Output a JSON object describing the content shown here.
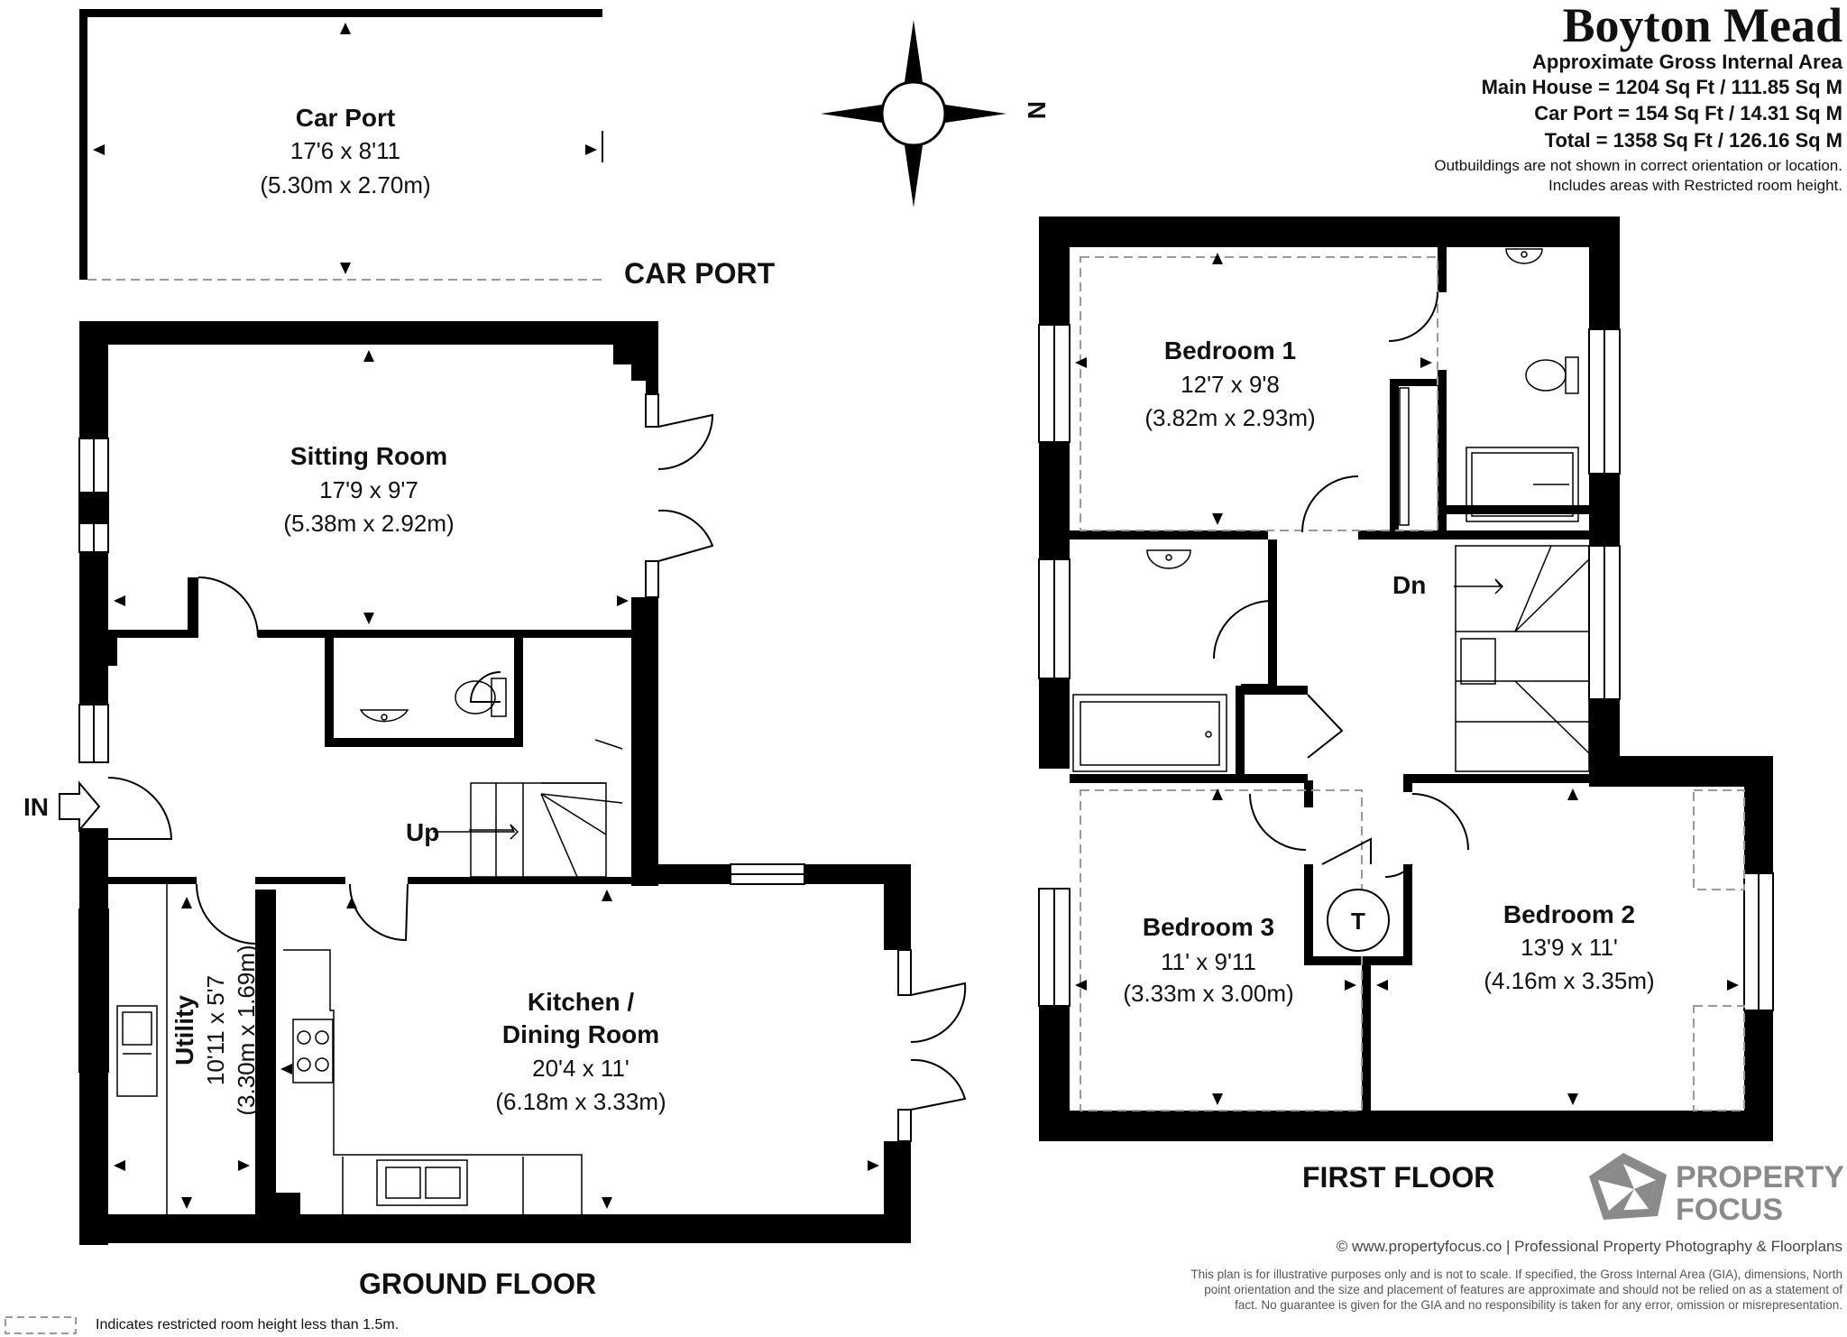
{
  "title": "Boyton Mead",
  "area": {
    "heading": "Approximate Gross Internal Area",
    "main_house": "Main House = 1204 Sq Ft / 111.85 Sq M",
    "car_port": "Car Port = 154 Sq Ft / 14.31 Sq M",
    "total": "Total = 1358 Sq Ft / 126.16 Sq M",
    "note1": "Outbuildings are not shown in correct orientation or location.",
    "note2": "Includes areas with Restricted room height."
  },
  "compass": {
    "north": "N"
  },
  "rooms": {
    "car_port": {
      "name": "Car Port",
      "imperial": "17'6 x 8'11",
      "metric": "(5.30m x 2.70m)"
    },
    "sitting_room": {
      "name": "Sitting Room",
      "imperial": "17'9 x 9'7",
      "metric": "(5.38m x 2.92m)"
    },
    "kitchen": {
      "name1": "Kitchen /",
      "name2": "Dining Room",
      "imperial": "20'4 x 11'",
      "metric": "(6.18m x 3.33m)"
    },
    "utility": {
      "name": "Utility",
      "imperial": "10'11 x 5'7",
      "metric": "(3.30m x 1.69m)"
    },
    "bedroom1": {
      "name": "Bedroom 1",
      "imperial": "12'7 x 9'8",
      "metric": "(3.82m x 2.93m)"
    },
    "bedroom2": {
      "name": "Bedroom 2",
      "imperial": "13'9 x 11'",
      "metric": "(4.16m x 3.35m)"
    },
    "bedroom3": {
      "name": "Bedroom 3",
      "imperial": "11' x 9'11",
      "metric": "(3.33m x 3.00m)"
    }
  },
  "labels": {
    "car_port_section": "CAR PORT",
    "ground_floor": "GROUND FLOOR",
    "first_floor": "FIRST FLOOR",
    "entrance": "IN",
    "up": "Up",
    "down": "Dn",
    "tank": "T"
  },
  "logo": {
    "line1": "PROPERTY",
    "line2": "FOCUS"
  },
  "footer": {
    "copyright": "© www.propertyfocus.co | Professional Property Photography & Floorplans",
    "disclaimer1": "This plan is for illustrative purposes only and is not to scale. If specified, the Gross Internal Area (GIA), dimensions, North",
    "disclaimer2": "point orientation and the size and placement of features are approximate and should not be relied on as a statement of",
    "disclaimer3": "fact. No guarantee is given for the GIA and no responsibility is taken for any error, omission or misrepresentation.",
    "legend": "Indicates restricted room height less than 1.5m."
  },
  "colors": {
    "wall": "#000000",
    "logo": "#8a8a8a",
    "dash": "#9a9a9a"
  }
}
